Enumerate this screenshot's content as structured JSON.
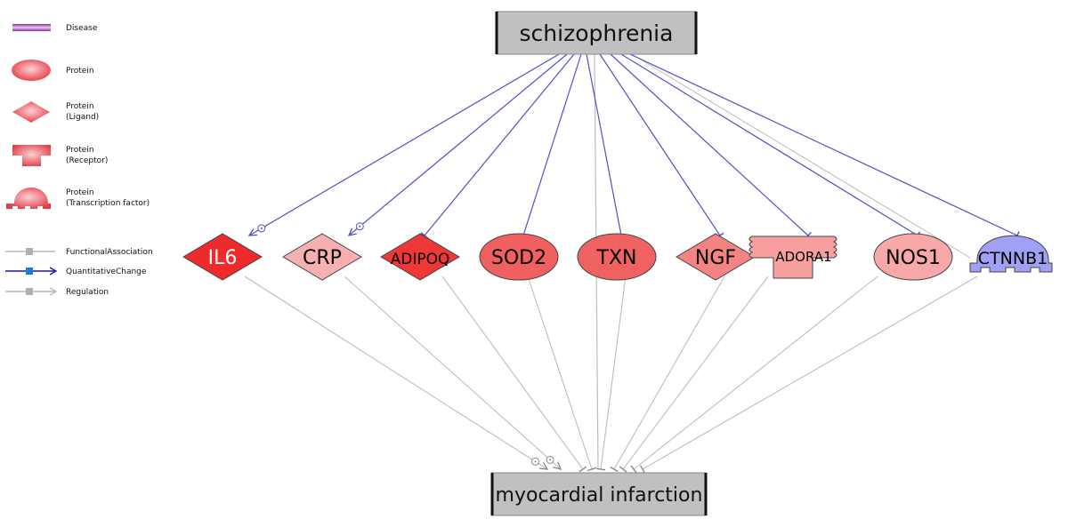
{
  "legend": {
    "nodes": [
      {
        "id": "disease",
        "label": "Disease",
        "shape": "disease"
      },
      {
        "id": "protein",
        "label": "Protein",
        "shape": "ellipse"
      },
      {
        "id": "ligand",
        "label": "Protein\n(Ligand)",
        "line1": "Protein",
        "line2": "(Ligand)",
        "shape": "diamond"
      },
      {
        "id": "receptor",
        "label": "Protein\n(Receptor)",
        "line1": "Protein",
        "line2": "(Receptor)",
        "shape": "receptor"
      },
      {
        "id": "tf",
        "label": "Protein\n(Transcription factor)",
        "line1": "Protein",
        "line2": "(Transcription factor)",
        "shape": "tf"
      }
    ],
    "edges": [
      {
        "id": "functional",
        "label": "FunctionalAssociation",
        "color": "#b8b8b8",
        "marker": "#b0b0b0",
        "arrow": false
      },
      {
        "id": "quantitative",
        "label": "QuantitativeChange",
        "color": "#1a1a9a",
        "marker": "#1e7be0",
        "arrow": true
      },
      {
        "id": "regulation",
        "label": "Regulation",
        "color": "#b8b8b8",
        "marker": "#b0b0b0",
        "arrow": true
      }
    ]
  },
  "diseases": {
    "top": {
      "label": "schizophrenia"
    },
    "bottom": {
      "label": "myocardial infarction"
    }
  },
  "colors": {
    "disease_fill": "#c0c0c0",
    "edge_blue": "#5050c8",
    "edge_gray": "#bdbdbd",
    "legend_disease": "#8a2c9a",
    "legend_protein": "#e8404a"
  },
  "genes": [
    {
      "id": "IL6",
      "label": "IL6",
      "shape": "diamond",
      "fill": "#ee2a2a",
      "text_color": "#ffffff",
      "top_marker": "positive",
      "bottom_marker": "positive"
    },
    {
      "id": "CRP",
      "label": "CRP",
      "shape": "diamond",
      "fill": "#f6b0b0",
      "text_color": "#000000",
      "top_marker": "positive",
      "bottom_marker": "positive"
    },
    {
      "id": "ADIPOQ",
      "label": "ADIPOQ",
      "shape": "diamond",
      "fill": "#ee3838",
      "text_color": "#000000",
      "top_marker": "inhibit",
      "bottom_marker": "inhibit"
    },
    {
      "id": "SOD2",
      "label": "SOD2",
      "shape": "ellipse",
      "fill": "#f06060",
      "text_color": "#000000",
      "top_marker": "inhibit",
      "bottom_marker": "inhibit"
    },
    {
      "id": "TXN",
      "label": "TXN",
      "shape": "ellipse",
      "fill": "#f06262",
      "text_color": "#000000",
      "top_marker": "inhibit",
      "bottom_marker": "inhibit"
    },
    {
      "id": "NGF",
      "label": "NGF",
      "shape": "diamond",
      "fill": "#f48484",
      "text_color": "#000000",
      "top_marker": "inhibit",
      "bottom_marker": "inhibit"
    },
    {
      "id": "ADORA1",
      "label": "ADORA1",
      "shape": "receptor",
      "fill": "#f8a0a0",
      "text_color": "#000000",
      "top_marker": "inhibit",
      "bottom_marker": "inhibit"
    },
    {
      "id": "NOS1",
      "label": "NOS1",
      "shape": "ellipse",
      "fill": "#f8a8a8",
      "text_color": "#000000",
      "top_marker": "inhibit",
      "bottom_marker": "inhibit"
    },
    {
      "id": "CTNNB1",
      "label": "CTNNB1",
      "shape": "tf",
      "fill": "#a0a0f4",
      "text_color": "#000000",
      "top_marker": "inhibit",
      "bottom_marker": "inhibit"
    }
  ]
}
